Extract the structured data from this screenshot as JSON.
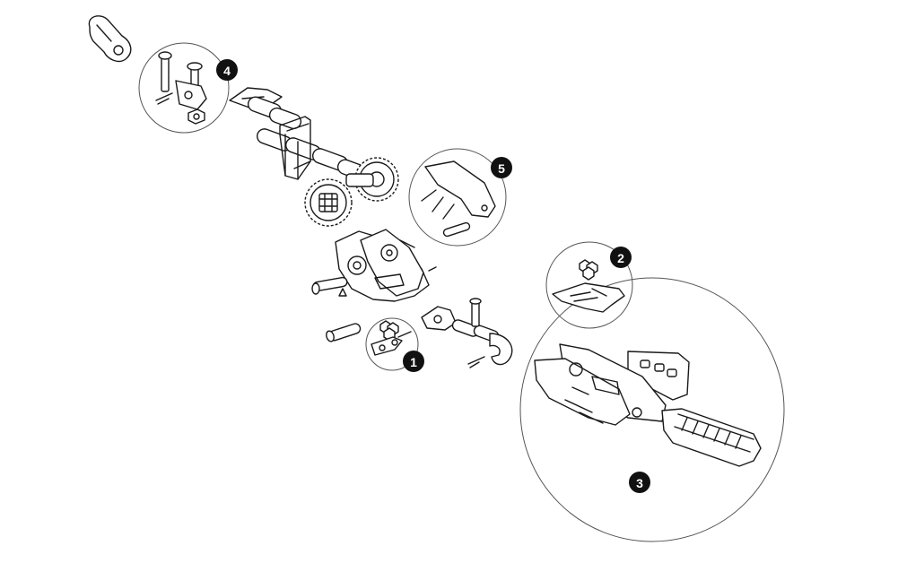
{
  "callouts": [
    {
      "number": "1"
    },
    {
      "number": "2"
    },
    {
      "number": "3"
    },
    {
      "number": "4"
    },
    {
      "number": "5"
    }
  ],
  "colors": {
    "line": "#1a1a1a",
    "badge": "#111111",
    "badge_text": "#ffffff",
    "circle": "#555555"
  }
}
